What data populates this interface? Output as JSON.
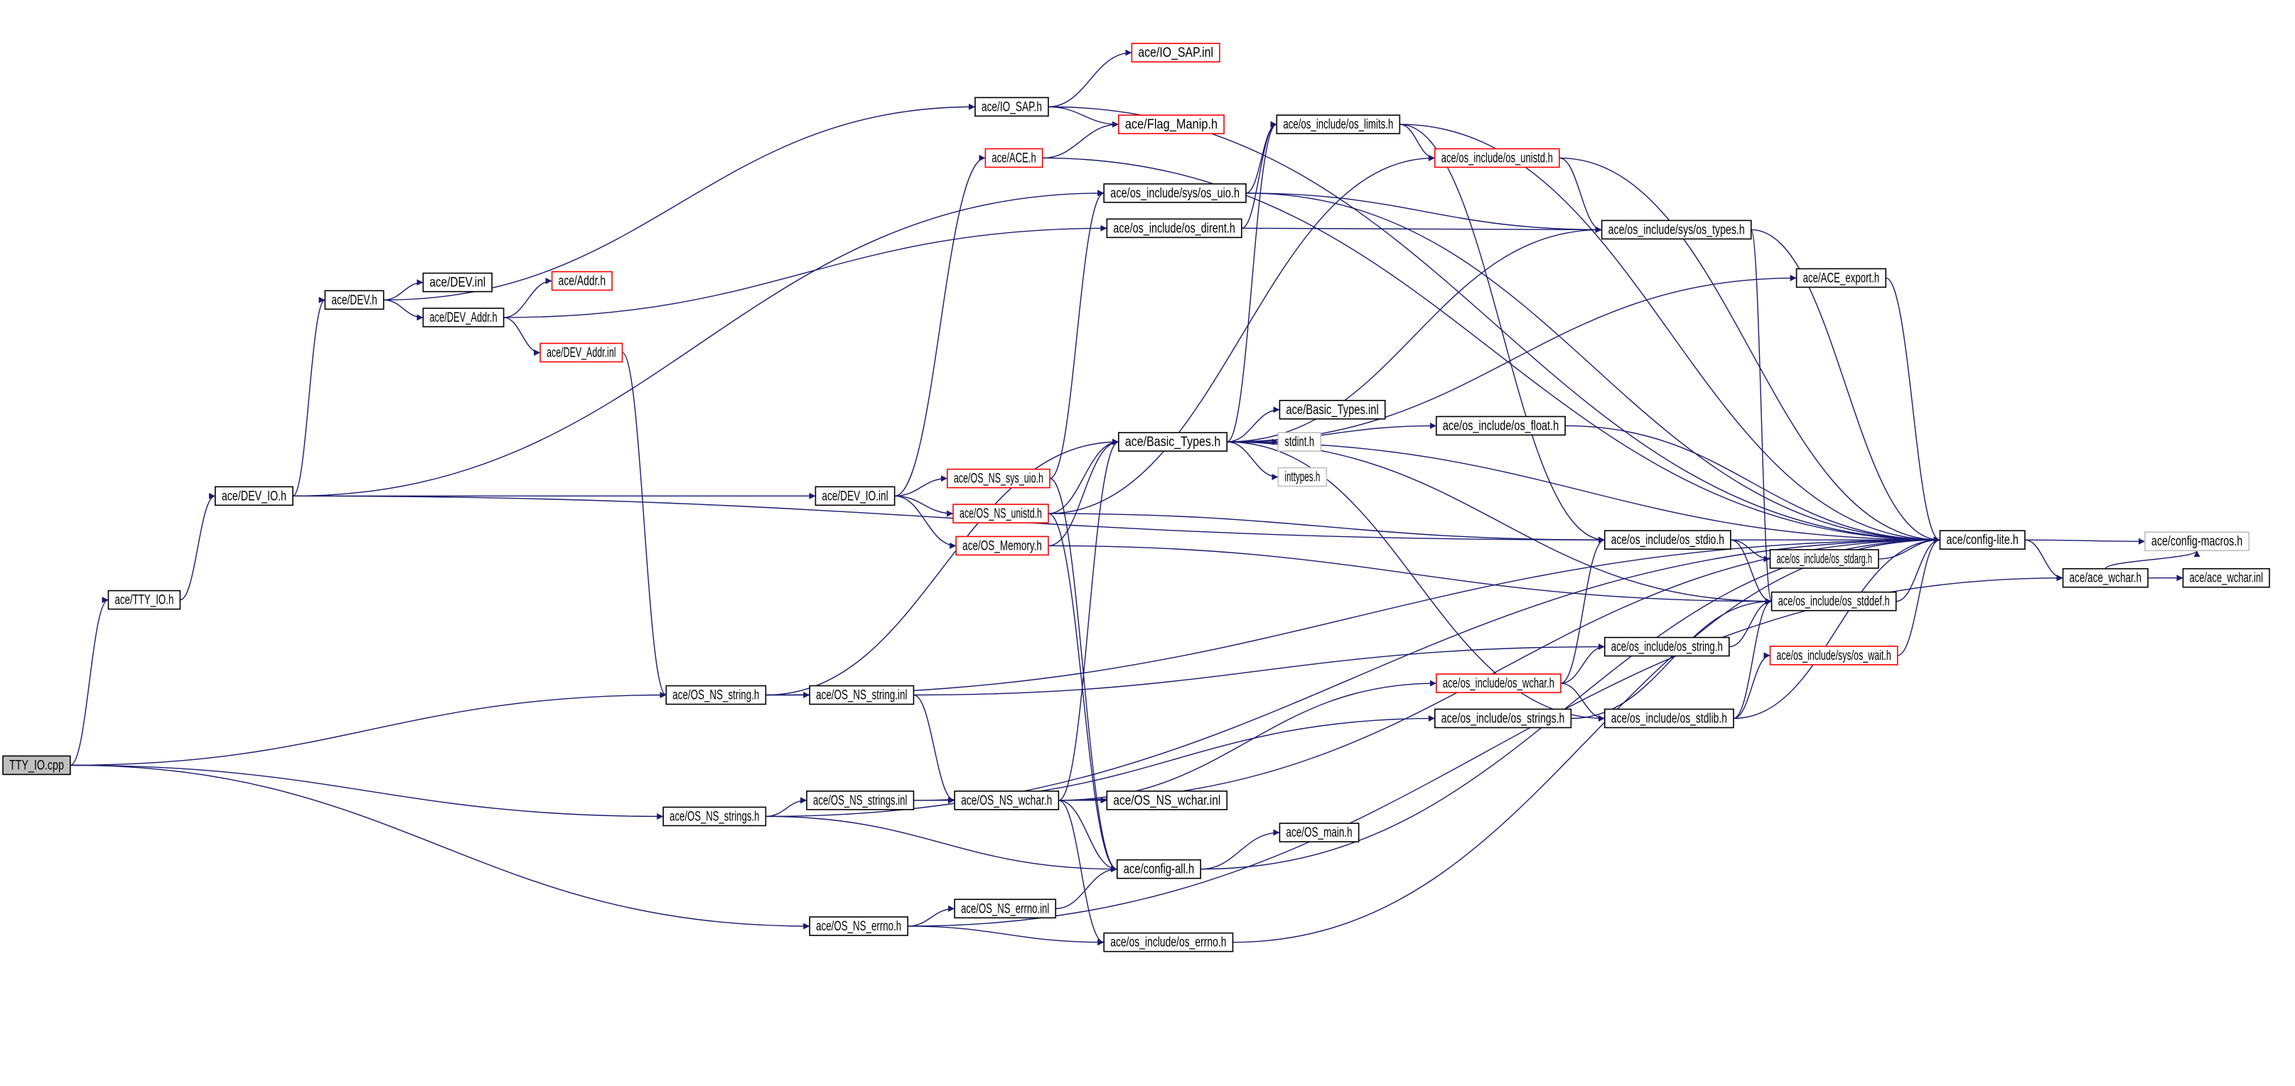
{
  "graph": {
    "title": "TTY_IO.cpp include dependency graph",
    "colors": {
      "edge": "#191970",
      "red_border": "#ff0000",
      "gray_border": "#bfbfbf",
      "root_fill": "#bfbfbf"
    },
    "nodes": [
      {
        "id": 1,
        "label": "TTY_IO.cpp",
        "style": "root"
      },
      {
        "id": 2,
        "label": "ace/TTY_IO.h",
        "style": "normal"
      },
      {
        "id": 3,
        "label": "ace/DEV_IO.h",
        "style": "normal"
      },
      {
        "id": 4,
        "label": "ace/DEV.h",
        "style": "normal"
      },
      {
        "id": 5,
        "label": "ace/DEV.inl",
        "style": "normal"
      },
      {
        "id": 6,
        "label": "ace/DEV_Addr.h",
        "style": "normal"
      },
      {
        "id": 7,
        "label": "ace/Addr.h",
        "style": "red"
      },
      {
        "id": 8,
        "label": "ace/DEV_Addr.inl",
        "style": "red"
      },
      {
        "id": 9,
        "label": "ace/IO_SAP.h",
        "style": "normal"
      },
      {
        "id": 10,
        "label": "ace/IO_SAP.inl",
        "style": "red"
      },
      {
        "id": 11,
        "label": "ace/Flag_Manip.h",
        "style": "red"
      },
      {
        "id": 12,
        "label": "ace/ACE.h",
        "style": "red"
      },
      {
        "id": 13,
        "label": "ace/os_include/sys/os_uio.h",
        "style": "normal"
      },
      {
        "id": 14,
        "label": "ace/os_include/os_dirent.h",
        "style": "normal"
      },
      {
        "id": 15,
        "label": "ace/os_include/os_limits.h",
        "style": "normal"
      },
      {
        "id": 16,
        "label": "ace/os_include/os_unistd.h",
        "style": "red"
      },
      {
        "id": 17,
        "label": "ace/os_include/sys/os_types.h",
        "style": "normal"
      },
      {
        "id": 18,
        "label": "ace/ACE_export.h",
        "style": "normal"
      },
      {
        "id": 19,
        "label": "ace/Basic_Types.h",
        "style": "normal"
      },
      {
        "id": 20,
        "label": "ace/Basic_Types.inl",
        "style": "normal"
      },
      {
        "id": 21,
        "label": "stdint.h",
        "style": "gray"
      },
      {
        "id": 22,
        "label": "inttypes.h",
        "style": "gray"
      },
      {
        "id": 23,
        "label": "ace/os_include/os_float.h",
        "style": "normal"
      },
      {
        "id": 24,
        "label": "ace/DEV_IO.inl",
        "style": "normal"
      },
      {
        "id": 25,
        "label": "ace/OS_NS_sys_uio.h",
        "style": "red"
      },
      {
        "id": 26,
        "label": "ace/OS_NS_unistd.h",
        "style": "red"
      },
      {
        "id": 27,
        "label": "ace/OS_Memory.h",
        "style": "red"
      },
      {
        "id": 28,
        "label": "ace/os_include/os_stdio.h",
        "style": "normal"
      },
      {
        "id": 29,
        "label": "ace/os_include/os_stdarg.h",
        "style": "normal"
      },
      {
        "id": 30,
        "label": "ace/config-lite.h",
        "style": "normal"
      },
      {
        "id": 31,
        "label": "ace/config-macros.h",
        "style": "gray"
      },
      {
        "id": 32,
        "label": "ace/os_include/os_stddef.h",
        "style": "normal"
      },
      {
        "id": 33,
        "label": "ace/ace_wchar.h",
        "style": "normal"
      },
      {
        "id": 34,
        "label": "ace/ace_wchar.inl",
        "style": "normal"
      },
      {
        "id": 35,
        "label": "ace/os_include/os_string.h",
        "style": "normal"
      },
      {
        "id": 36,
        "label": "ace/os_include/sys/os_wait.h",
        "style": "red"
      },
      {
        "id": 37,
        "label": "ace/os_include/os_wchar.h",
        "style": "red"
      },
      {
        "id": 38,
        "label": "ace/os_include/os_strings.h",
        "style": "normal"
      },
      {
        "id": 39,
        "label": "ace/os_include/os_stdlib.h",
        "style": "normal"
      },
      {
        "id": 40,
        "label": "ace/OS_NS_string.h",
        "style": "normal"
      },
      {
        "id": 41,
        "label": "ace/OS_NS_string.inl",
        "style": "normal"
      },
      {
        "id": 42,
        "label": "ace/OS_NS_strings.h",
        "style": "normal"
      },
      {
        "id": 43,
        "label": "ace/OS_NS_strings.inl",
        "style": "normal"
      },
      {
        "id": 44,
        "label": "ace/OS_NS_wchar.h",
        "style": "normal"
      },
      {
        "id": 45,
        "label": "ace/OS_NS_wchar.inl",
        "style": "normal"
      },
      {
        "id": 46,
        "label": "ace/config-all.h",
        "style": "normal"
      },
      {
        "id": 47,
        "label": "ace/OS_main.h",
        "style": "normal"
      },
      {
        "id": 48,
        "label": "ace/OS_NS_errno.h",
        "style": "normal"
      },
      {
        "id": 49,
        "label": "ace/OS_NS_errno.inl",
        "style": "normal"
      },
      {
        "id": 50,
        "label": "ace/os_include/os_errno.h",
        "style": "normal"
      }
    ],
    "edges": [
      [
        1,
        2
      ],
      [
        1,
        40
      ],
      [
        1,
        42
      ],
      [
        1,
        48
      ],
      [
        2,
        3
      ],
      [
        3,
        4
      ],
      [
        3,
        13
      ],
      [
        3,
        24
      ],
      [
        3,
        28
      ],
      [
        4,
        5
      ],
      [
        4,
        6
      ],
      [
        4,
        9
      ],
      [
        6,
        7
      ],
      [
        6,
        8
      ],
      [
        6,
        14
      ],
      [
        8,
        40
      ],
      [
        9,
        10
      ],
      [
        9,
        11
      ],
      [
        9,
        30
      ],
      [
        12,
        11
      ],
      [
        12,
        30
      ],
      [
        13,
        15
      ],
      [
        13,
        17
      ],
      [
        13,
        30
      ],
      [
        14,
        15
      ],
      [
        14,
        17
      ],
      [
        15,
        16
      ],
      [
        15,
        30
      ],
      [
        15,
        28
      ],
      [
        16,
        17
      ],
      [
        16,
        30
      ],
      [
        17,
        30
      ],
      [
        17,
        32
      ],
      [
        18,
        30
      ],
      [
        19,
        20
      ],
      [
        19,
        21
      ],
      [
        19,
        22
      ],
      [
        19,
        23
      ],
      [
        19,
        18
      ],
      [
        19,
        15
      ],
      [
        19,
        17
      ],
      [
        19,
        30
      ],
      [
        19,
        32
      ],
      [
        19,
        39
      ],
      [
        23,
        30
      ],
      [
        24,
        12
      ],
      [
        24,
        25
      ],
      [
        24,
        26
      ],
      [
        24,
        27
      ],
      [
        25,
        13
      ],
      [
        25,
        46
      ],
      [
        26,
        19
      ],
      [
        26,
        16
      ],
      [
        26,
        28
      ],
      [
        26,
        46
      ],
      [
        27,
        19
      ],
      [
        27,
        32
      ],
      [
        40,
        19
      ],
      [
        40,
        41
      ],
      [
        40,
        30
      ],
      [
        41,
        35
      ],
      [
        41,
        44
      ],
      [
        42,
        43
      ],
      [
        42,
        30
      ],
      [
        42,
        46
      ],
      [
        43,
        44
      ],
      [
        43,
        38
      ],
      [
        44,
        45
      ],
      [
        44,
        19
      ],
      [
        44,
        37
      ],
      [
        44,
        46
      ],
      [
        44,
        50
      ],
      [
        44,
        30
      ],
      [
        28,
        30
      ],
      [
        28,
        29
      ],
      [
        28,
        32
      ],
      [
        29,
        30
      ],
      [
        32,
        30
      ],
      [
        30,
        31
      ],
      [
        30,
        33
      ],
      [
        33,
        31
      ],
      [
        33,
        34
      ],
      [
        35,
        32
      ],
      [
        37,
        28
      ],
      [
        37,
        35
      ],
      [
        37,
        39
      ],
      [
        38,
        32
      ],
      [
        39,
        32
      ],
      [
        39,
        36
      ],
      [
        39,
        30
      ],
      [
        36,
        30
      ],
      [
        46,
        47
      ],
      [
        46,
        30
      ],
      [
        48,
        49
      ],
      [
        48,
        50
      ],
      [
        48,
        33
      ],
      [
        49,
        46
      ],
      [
        50,
        30
      ]
    ]
  }
}
